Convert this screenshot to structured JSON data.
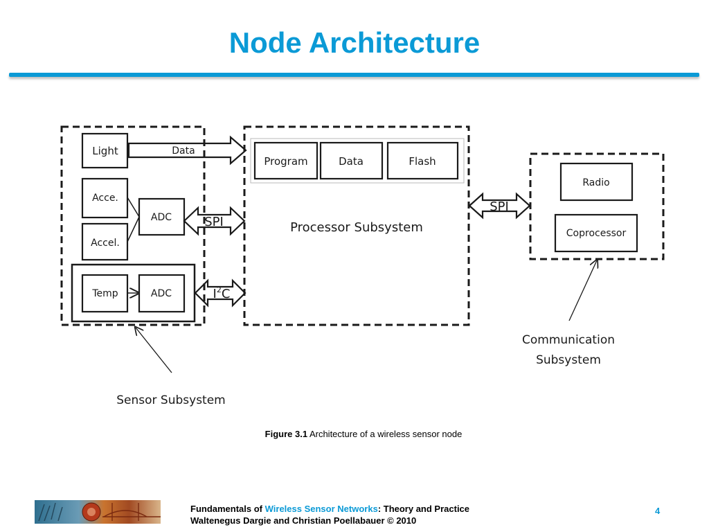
{
  "slide": {
    "title": "Node Architecture",
    "page_number": "4"
  },
  "diagram": {
    "sensor": {
      "light": "Light",
      "data_arrow": "Data",
      "acce": "Acce.",
      "accel": "Accel.",
      "adc1": "ADC",
      "temp": "Temp",
      "adc2": "ADC",
      "spi": "SPI",
      "i2c_i": "I",
      "i2c_sup": "2",
      "i2c_c": "C",
      "subsystem_label": "Sensor Subsystem"
    },
    "processor": {
      "program": "Program",
      "data": "Data",
      "flash": "Flash",
      "label": "Processor Subsystem"
    },
    "communication": {
      "spi": "SPI",
      "radio": "Radio",
      "coprocessor": "Coprocessor",
      "label_line1": "Communication",
      "label_line2": "Subsystem"
    }
  },
  "caption": {
    "figure_number": "Figure 3.1",
    "text": " Architecture of a wireless sensor node"
  },
  "footer": {
    "line1_prefix": "Fundamentals of ",
    "line1_accent": "Wireless Sensor Networks",
    "line1_suffix": ": Theory and Practice",
    "line2": "Waltenegus Dargie and Christian Poellabauer © 2010"
  },
  "colors": {
    "accent": "#0b9ad6",
    "line": "#1a1a1a"
  }
}
